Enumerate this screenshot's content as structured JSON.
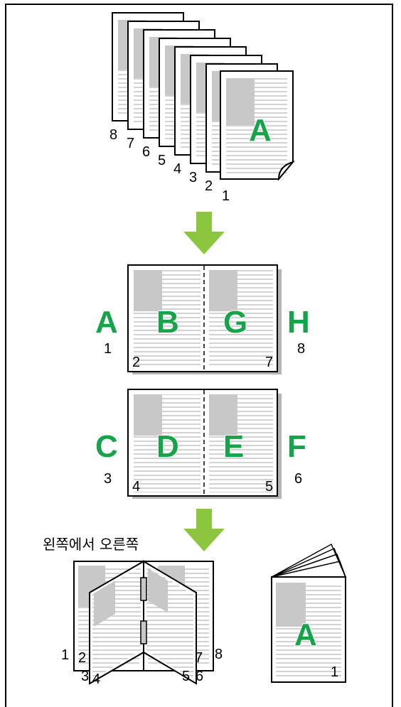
{
  "colors": {
    "accent": "#16a34a",
    "image_block": "#c8c8c8",
    "text_lines": "#b9b9b9"
  },
  "stack": {
    "page_numbers": [
      "8",
      "7",
      "6",
      "5",
      "4",
      "3",
      "2",
      "1"
    ],
    "cover_letter": "A"
  },
  "spread1": {
    "outer_left": {
      "letter": "A",
      "page": "1"
    },
    "inner_left": {
      "letter": "B",
      "page": "2"
    },
    "inner_right": {
      "letter": "G",
      "page": "7"
    },
    "outer_right": {
      "letter": "H",
      "page": "8"
    }
  },
  "spread2": {
    "outer_left": {
      "letter": "C",
      "page": "3"
    },
    "inner_left": {
      "letter": "D",
      "page": "4"
    },
    "inner_right": {
      "letter": "E",
      "page": "5"
    },
    "outer_right": {
      "letter": "F",
      "page": "6"
    }
  },
  "binding_caption": "왼쪽에서 오른쪽",
  "bound_book": {
    "labels": [
      "1",
      "2",
      "3",
      "4",
      "5",
      "6",
      "7",
      "8"
    ]
  },
  "finished_booklet": {
    "letter": "A",
    "page": "1"
  }
}
